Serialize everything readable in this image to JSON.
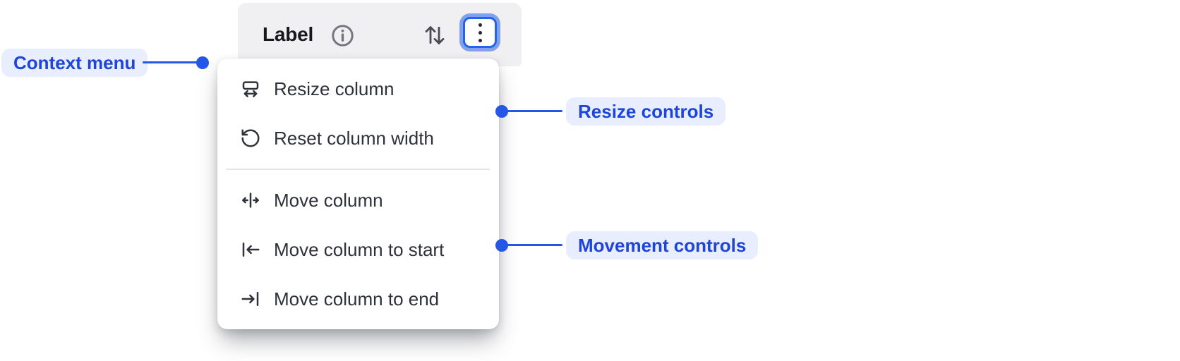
{
  "header": {
    "label": "Label"
  },
  "menu": {
    "groups": [
      {
        "name": "resize",
        "items": [
          {
            "icon": "resize-column-icon",
            "label": "Resize column"
          },
          {
            "icon": "reset-column-width-icon",
            "label": "Reset column width"
          }
        ]
      },
      {
        "name": "movement",
        "items": [
          {
            "icon": "move-column-icon",
            "label": "Move column"
          },
          {
            "icon": "move-column-to-start-icon",
            "label": "Move column to start"
          },
          {
            "icon": "move-column-to-end-icon",
            "label": "Move column to end"
          }
        ]
      }
    ]
  },
  "annotations": {
    "context_menu": "Context menu",
    "resize_controls": "Resize controls",
    "movement_controls": "Movement controls"
  },
  "colors": {
    "annotation_text": "#1d46d8",
    "annotation_bg": "#e8eefe",
    "connector_blue": "#2457e5",
    "header_bg": "#f0f0f2",
    "focus_ring_blue": "#2563eb",
    "menu_text": "#2f313a",
    "menu_bg": "#ffffff"
  }
}
